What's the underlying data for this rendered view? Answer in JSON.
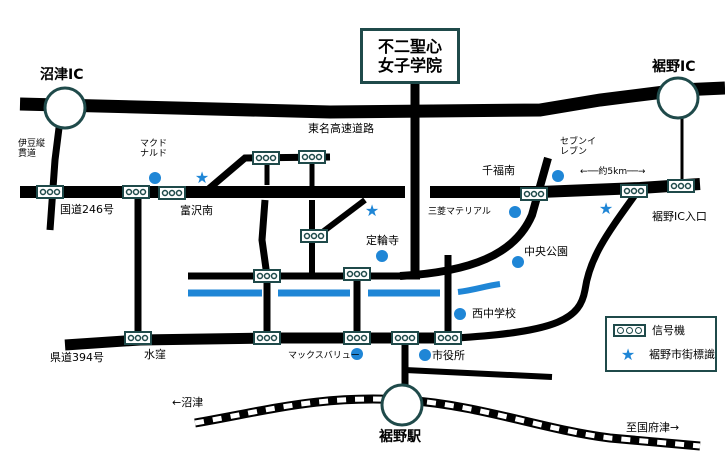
{
  "destination": {
    "line1": "不二聖心",
    "line2": "女子学院"
  },
  "interchanges": {
    "numazu": "沼津IC",
    "susono": "裾野IC"
  },
  "roads": {
    "expressway": "東名高速道路",
    "izu": "伊豆縦貫道",
    "route246": "国道246号",
    "pref394": "県道394号"
  },
  "places": {
    "mcdonalds": "マクドナルド",
    "tomizawa_minami": "富沢南",
    "senpuku_minami": "千福南",
    "seven_eleven": "セブンイレブン",
    "distance": "←──約5km──→",
    "susono_ic_entrance": "裾野IC入口",
    "mitsubishi": "三菱マテリアル",
    "jorinji": "定輪寺",
    "chuo_park": "中央公園",
    "nishi_jhs": "西中学校",
    "mizukubo": "水窪",
    "maxvalu": "マックスバリュー",
    "city_hall": "市役所",
    "to_numazu": "←沼津",
    "to_kozu": "至国府津→",
    "station": "裾野駅"
  },
  "legend": {
    "signal": "信号機",
    "signpost": "裾野市街標識"
  },
  "colors": {
    "road": "#000000",
    "river": "#1f86d6",
    "marker": "#1f86d6",
    "signal_border": "#1f4a4a"
  }
}
